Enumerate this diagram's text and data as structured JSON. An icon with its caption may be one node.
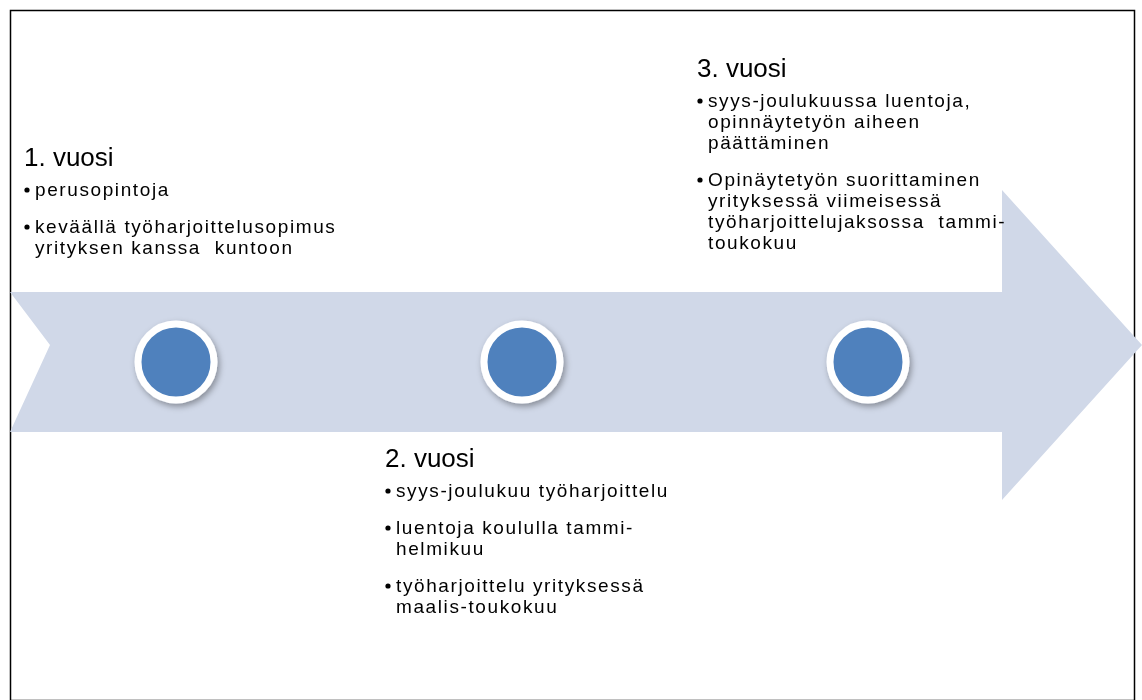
{
  "diagram": {
    "nodes": [
      {
        "text": [],
        "shape": "arrow"
      },
      {
        "text": [],
        "shape": "circle",
        "in": 0,
        "beside": [
          "1. vuosi",
          "perusopintoja",
          "keväällä työharjoittelusopimus yrityksen kanssa  kuntoon"
        ]
      },
      {
        "text": [],
        "shape": "circle",
        "in": 0,
        "beside": [
          "2. vuosi",
          "syys-joulukuu työharjoittelu",
          "luentoja koululla tammi-helmikuu",
          "työharjoittelu yrityksessä maalis-toukokuu"
        ]
      },
      {
        "text": [],
        "shape": "circle",
        "in": 0,
        "beside": [
          "3. vuosi",
          "syys-joulukuussa luentoja, opinnäytetyön aiheen päättäminen",
          "Opinäytetyön suorittaminen yrityksessä viimeisessä työharjoittelujaksossa  tammi-toukokuu"
        ]
      }
    ]
  }
}
